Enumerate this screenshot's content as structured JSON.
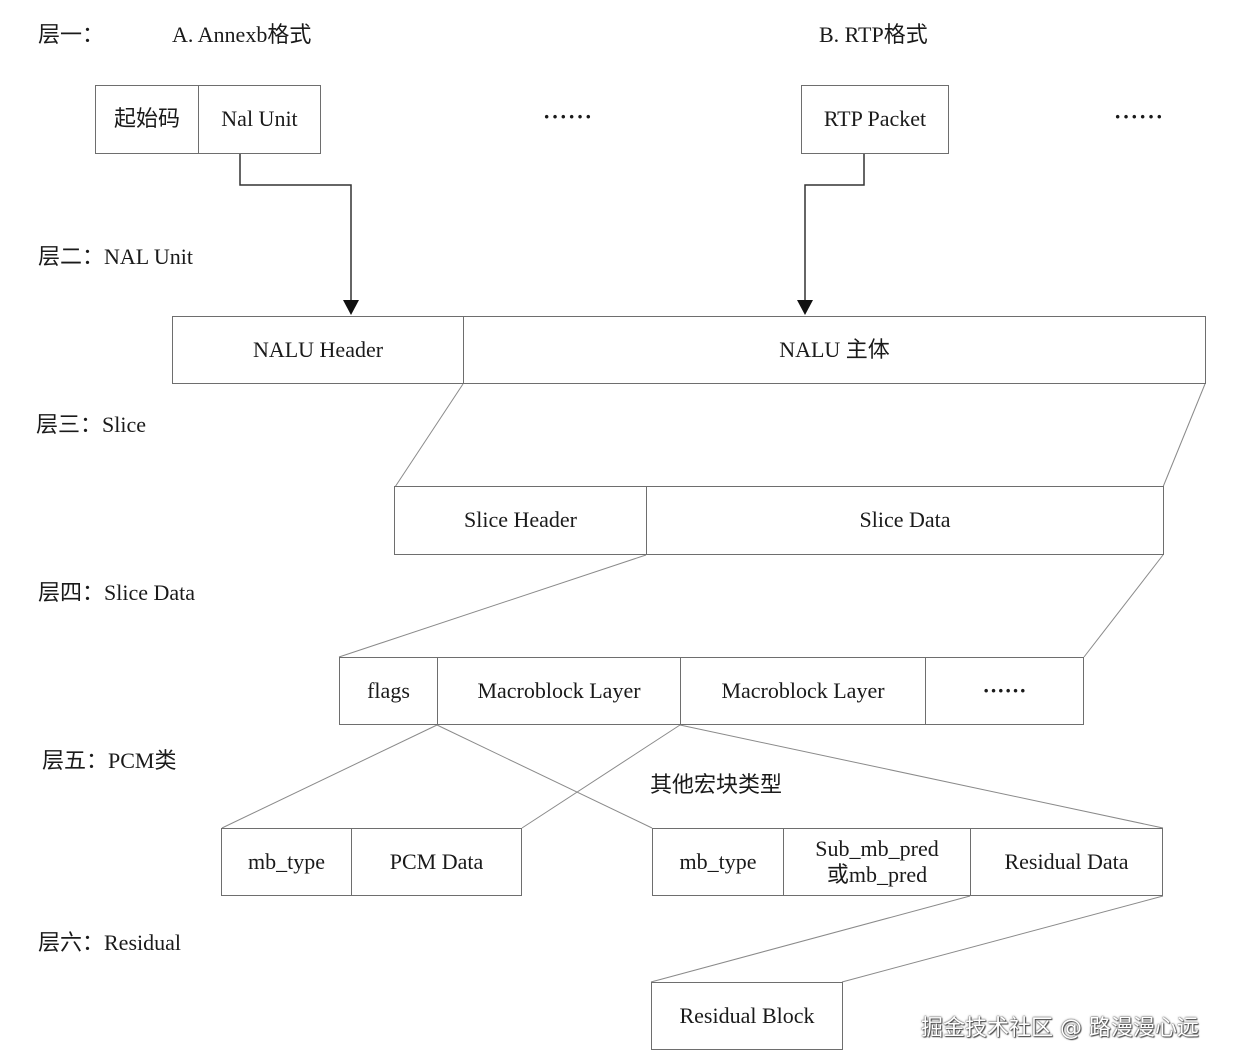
{
  "layers": {
    "l1": "层一：",
    "l2": "层二：NAL Unit",
    "l3": "层三：Slice",
    "l4": "层四：Slice Data",
    "l5": "层五：PCM类",
    "l6": "层六：Residual"
  },
  "formats": {
    "annexb": "A. Annexb格式",
    "rtp": "B. RTP格式"
  },
  "boxes": {
    "start_code": "起始码",
    "nal_unit": "Nal Unit",
    "rtp_packet": "RTP Packet",
    "nalu_header": "NALU Header",
    "nalu_body": "NALU 主体",
    "slice_header": "Slice Header",
    "slice_data": "Slice Data",
    "flags": "flags",
    "macroblock_layer_1": "Macroblock Layer",
    "macroblock_layer_2": "Macroblock Layer",
    "mb_dots": "······",
    "pcm_mb_type": "mb_type",
    "pcm_data": "PCM Data",
    "other_mb_type": "mb_type",
    "sub_mb_pred_line1": "Sub_mb_pred",
    "sub_mb_pred_line2": "或mb_pred",
    "residual_data": "Residual Data",
    "residual_block": "Residual Block"
  },
  "ellipsis_1": "······",
  "ellipsis_2": "······",
  "other_types_label": "其他宏块类型",
  "watermark": "掘金技术社区 @ 路漫漫心远"
}
